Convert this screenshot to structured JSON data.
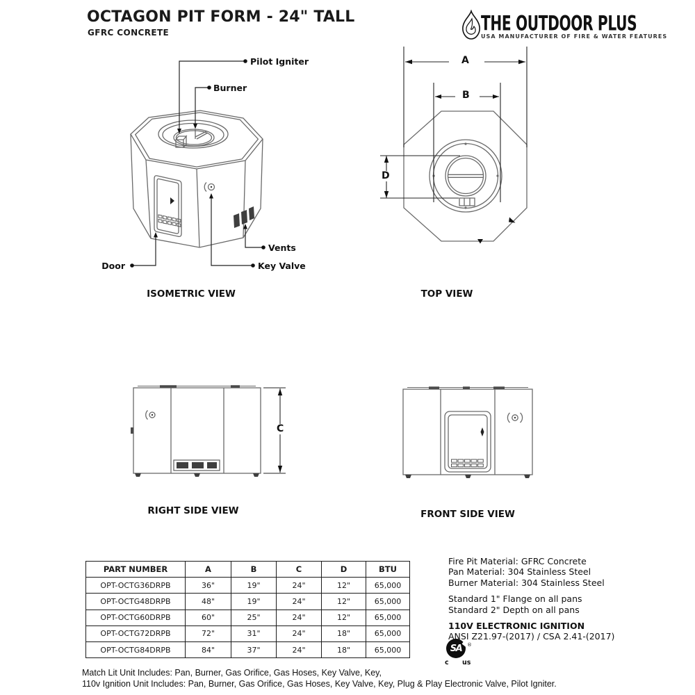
{
  "colors": {
    "text": "#1a1a1a",
    "drawing_line": "#6a6a6a",
    "leader_line": "#222222",
    "dark_fill": "#3f3f3f"
  },
  "header": {
    "title": "OCTAGON PIT FORM - 24\" TALL",
    "subtitle": "GFRC CONCRETE",
    "logo": {
      "brand": "THE OUTDOOR PLUS",
      "tagline": "USA MANUFACTURER OF FIRE & WATER FEATURES",
      "icon": "flame-icon"
    }
  },
  "views": {
    "isometric": {
      "caption": "ISOMETRIC VIEW",
      "labels": {
        "pilot_igniter": "Pilot Igniter",
        "burner": "Burner",
        "vents": "Vents",
        "key_valve": "Key Valve",
        "door": "Door"
      }
    },
    "top": {
      "caption": "TOP VIEW",
      "dim_a": "A",
      "dim_b": "B",
      "dim_d": "D"
    },
    "right_side": {
      "caption": "RIGHT SIDE VIEW",
      "dim_c": "C"
    },
    "front_side": {
      "caption": "FRONT SIDE VIEW"
    }
  },
  "table": {
    "headers": [
      "PART NUMBER",
      "A",
      "B",
      "C",
      "D",
      "BTU"
    ],
    "rows": [
      [
        "OPT-OCTG36DRPB",
        "36\"",
        "19\"",
        "24\"",
        "12\"",
        "65,000"
      ],
      [
        "OPT-OCTG48DRPB",
        "48\"",
        "19\"",
        "24\"",
        "12\"",
        "65,000"
      ],
      [
        "OPT-OCTG60DRPB",
        "60\"",
        "25\"",
        "24\"",
        "12\"",
        "65,000"
      ],
      [
        "OPT-OCTG72DRPB",
        "72\"",
        "31\"",
        "24\"",
        "18\"",
        "65,000"
      ],
      [
        "OPT-OCTG84DRPB",
        "84\"",
        "37\"",
        "24\"",
        "18\"",
        "65,000"
      ]
    ]
  },
  "specs": {
    "materials": [
      "Fire Pit Material: GFRC Concrete",
      "Pan Material: 304 Stainless Steel",
      "Burner Material: 304 Stainless Steel"
    ],
    "standards": [
      "Standard 1\" Flange on all pans",
      "Standard 2\" Depth on all pans"
    ],
    "ignition_title": "110V ELECTRONIC IGNITION",
    "ignition_cert": "ANSI Z21.97-(2017) / CSA 2.41-(2017)"
  },
  "certification": {
    "monogram": "SA",
    "registered": "®",
    "left_mark": "c",
    "right_mark": "us"
  },
  "footer": {
    "match_lit": "Match Lit Unit Includes: Pan, Burner, Gas Orifice, Gas Hoses, Key Valve, Key,",
    "ignition_unit": "110v Ignition Unit Includes: Pan, Burner, Gas Orifice, Gas Hoses, Key Valve, Key, Plug & Play Electronic Valve, Pilot Igniter."
  }
}
